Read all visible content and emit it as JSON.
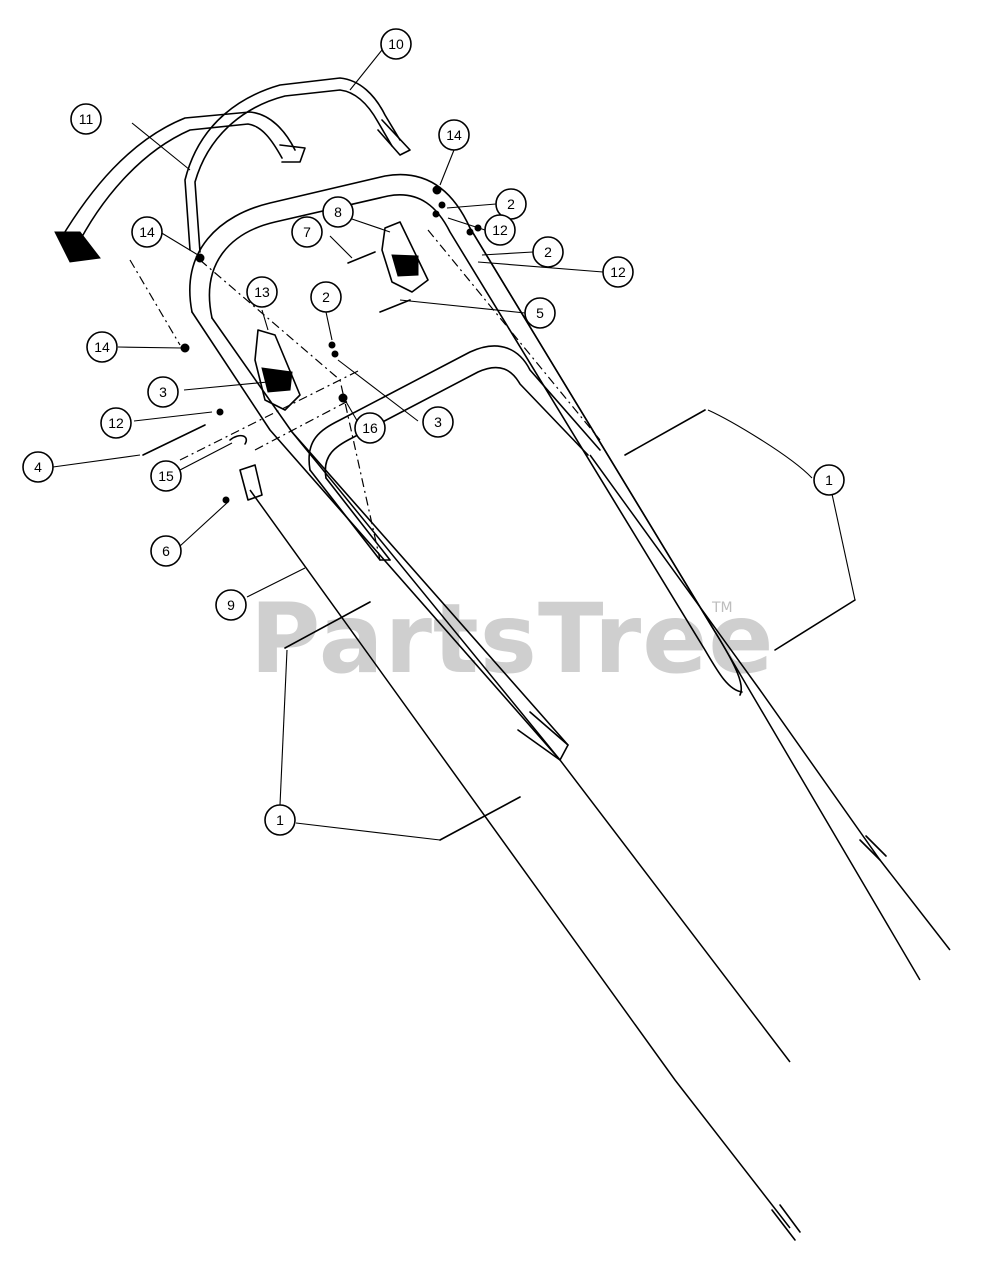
{
  "watermark": {
    "text": "PartsTree",
    "trademark": "TM"
  },
  "callouts": [
    "1",
    "2",
    "3",
    "4",
    "5",
    "6",
    "7",
    "8",
    "9",
    "10",
    "11",
    "12",
    "13",
    "14",
    "15",
    "16"
  ]
}
